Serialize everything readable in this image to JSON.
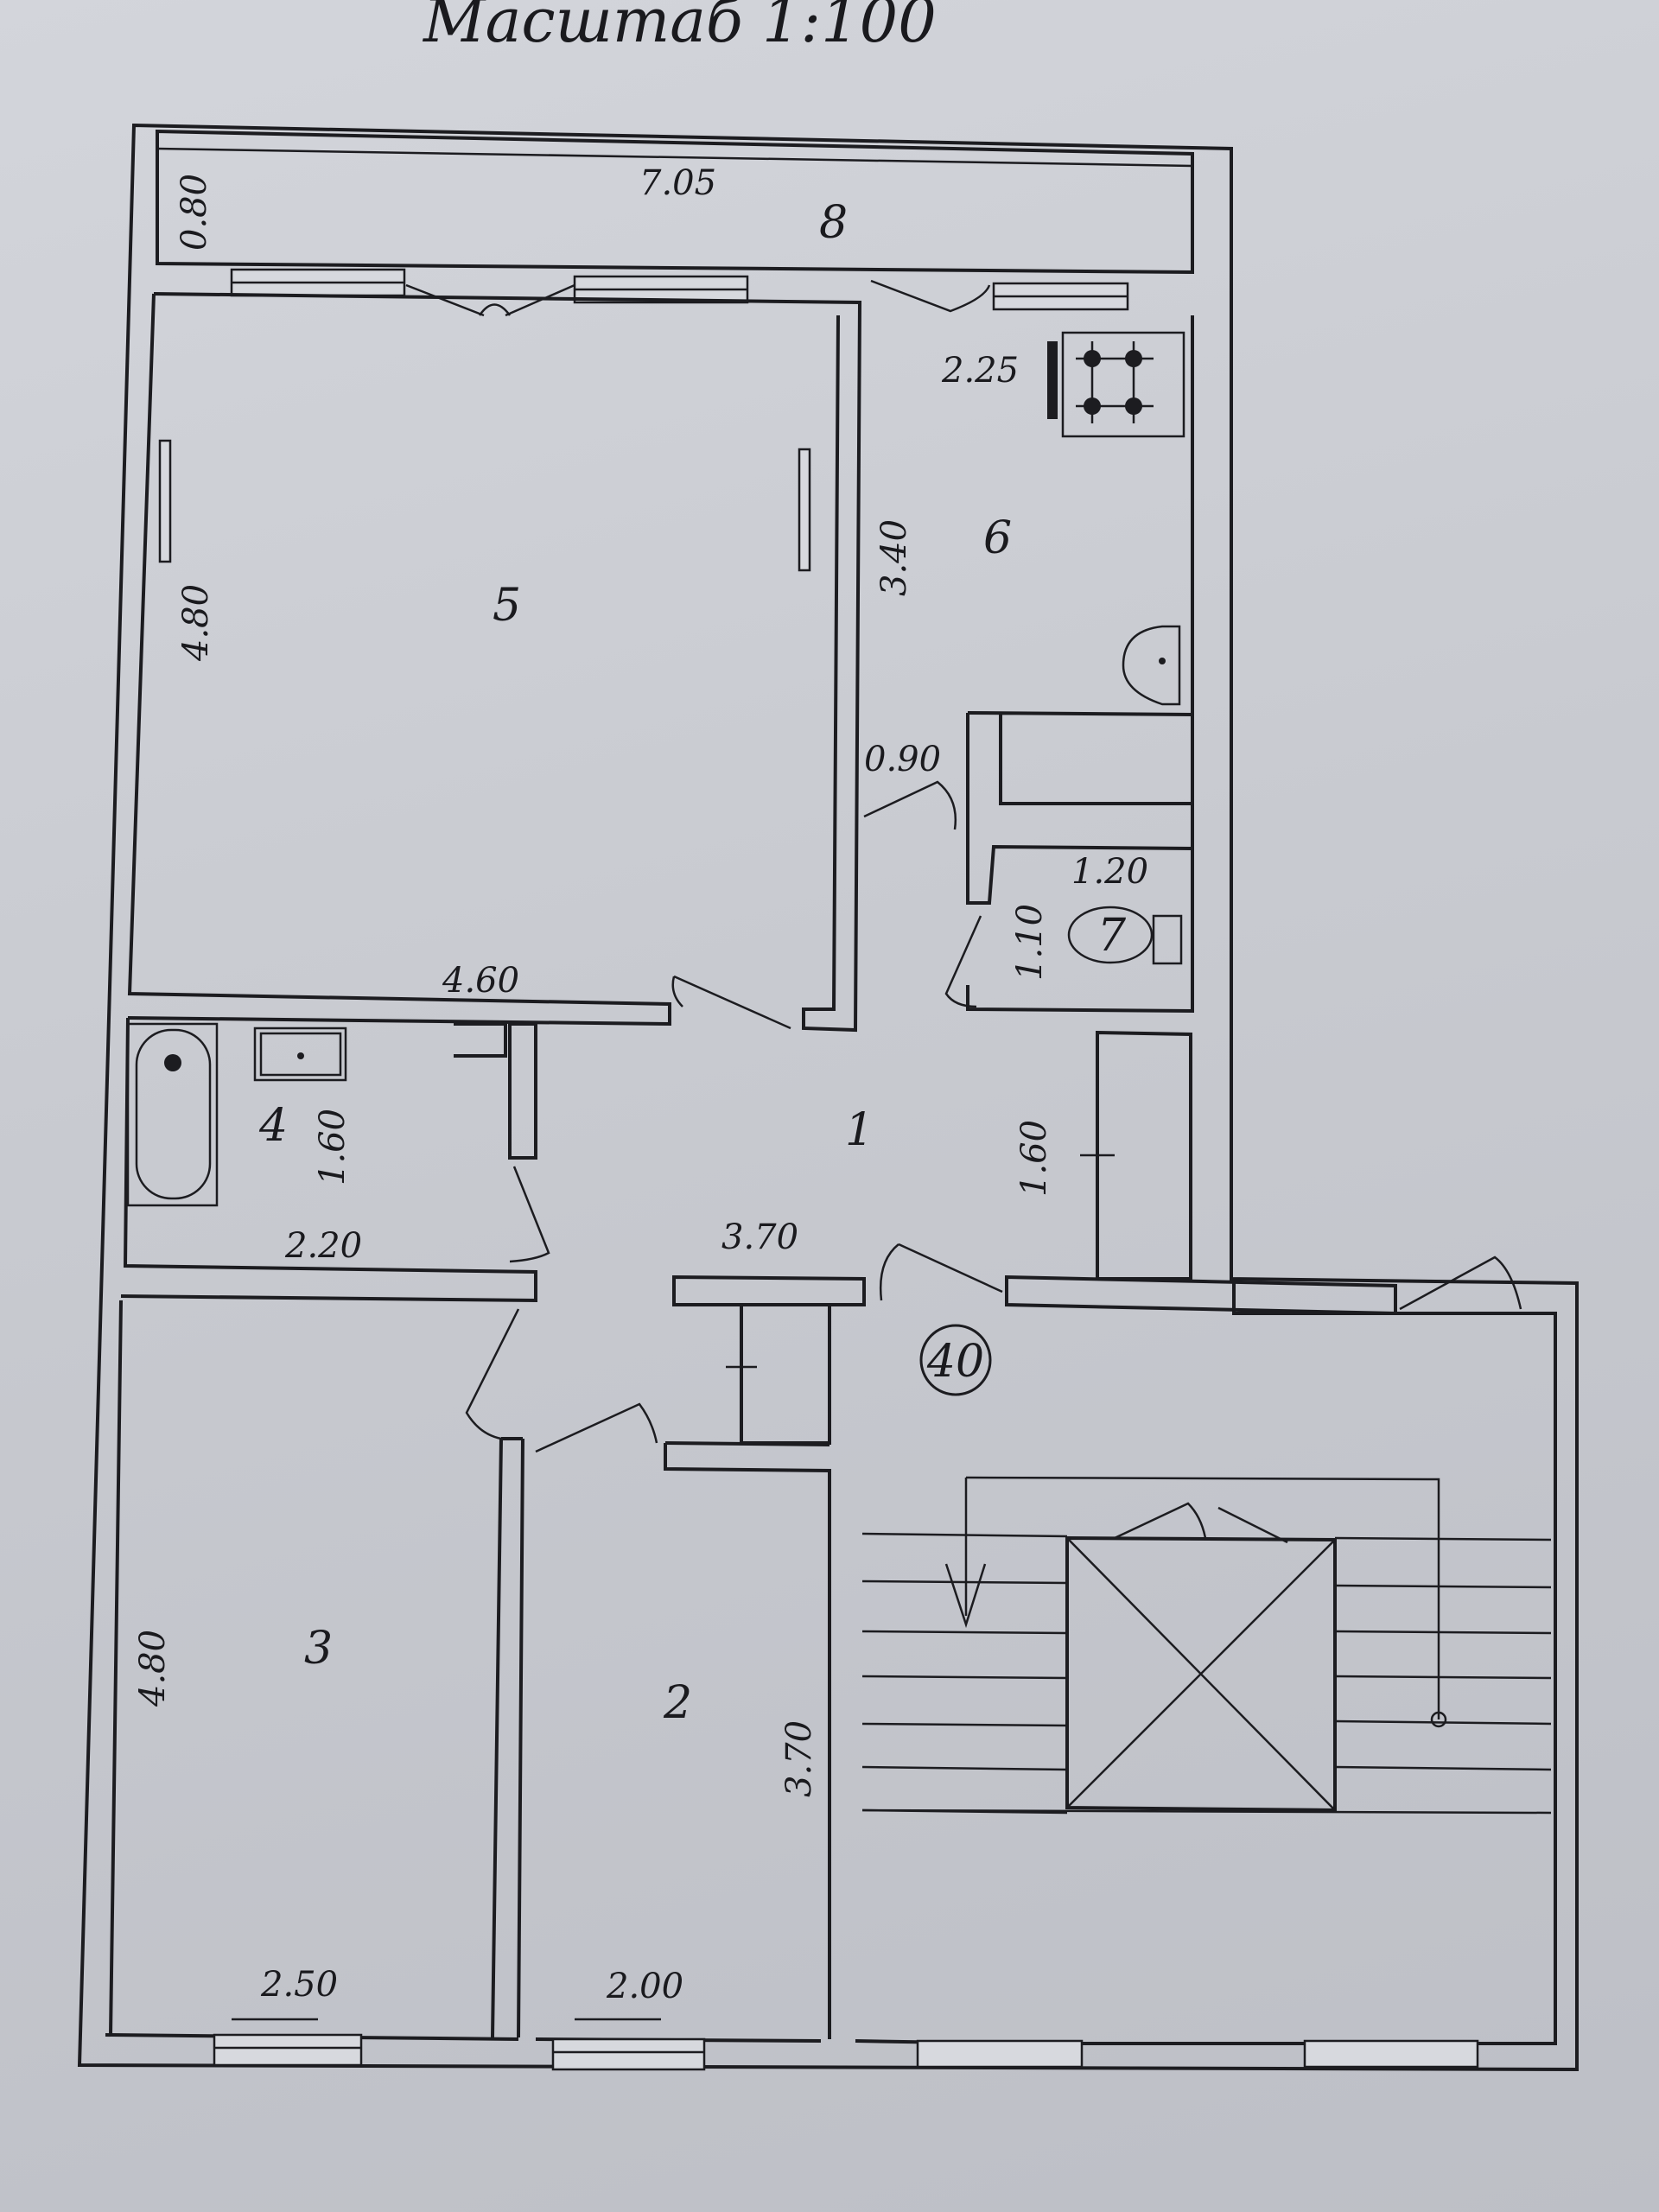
{
  "scale_title": "Масштаб 1:100",
  "rooms": {
    "r1": "1",
    "r2": "2",
    "r3": "3",
    "r4": "4",
    "r5": "5",
    "r6": "6",
    "r7": "7",
    "r8": "8"
  },
  "apartment_number": "40",
  "dimensions": {
    "balcony_width": "7.05",
    "balcony_depth": "0.80",
    "kitchen_top": "2.25",
    "kitchen_depth": "3.40",
    "room5_depth": "4.80",
    "room5_width": "4.60",
    "corridor_door": "0.90",
    "wc_width": "1.20",
    "wc_depth": "1.10",
    "bath_depth": "1.60",
    "bath_width": "2.20",
    "closet_depth": "1.60",
    "hall_width": "3.70",
    "room3_depth": "4.80",
    "room3_width": "2.50",
    "room2_depth": "3.70",
    "room2_width": "2.00"
  },
  "colors": {
    "paper": "#c9cbd1",
    "ink": "#1c1c20"
  }
}
